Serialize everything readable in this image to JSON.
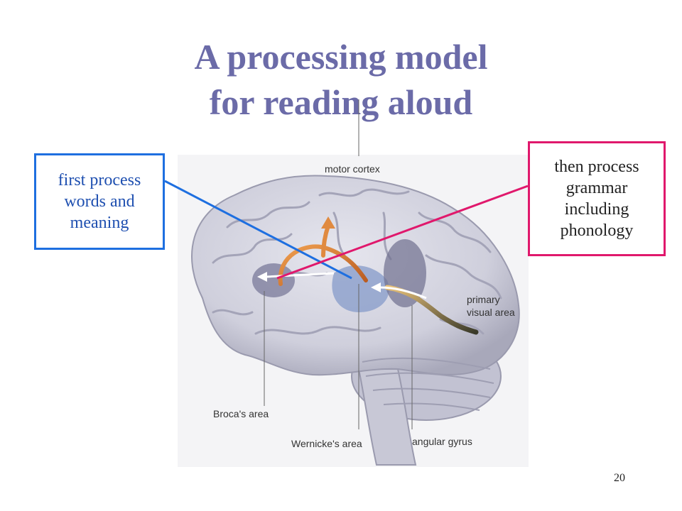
{
  "slide": {
    "title_line1": "A processing model",
    "title_line2": "for reading aloud",
    "page_number": "20"
  },
  "callouts": {
    "left": [
      "first process",
      "words and",
      "meaning"
    ],
    "right": [
      "then process",
      "grammar",
      "including",
      "phonology"
    ]
  },
  "brain_labels": {
    "motor_cortex": "motor cortex",
    "primary_visual_1": "primary",
    "primary_visual_2": "visual area",
    "brocas_area": "Broca's area",
    "wernickes_area": "Wernicke's area",
    "angular_gyrus": "angular gyrus"
  },
  "colors": {
    "title": "#6b6ba8",
    "left_callout": "#1e6fe0",
    "right_callout": "#e0186c"
  }
}
